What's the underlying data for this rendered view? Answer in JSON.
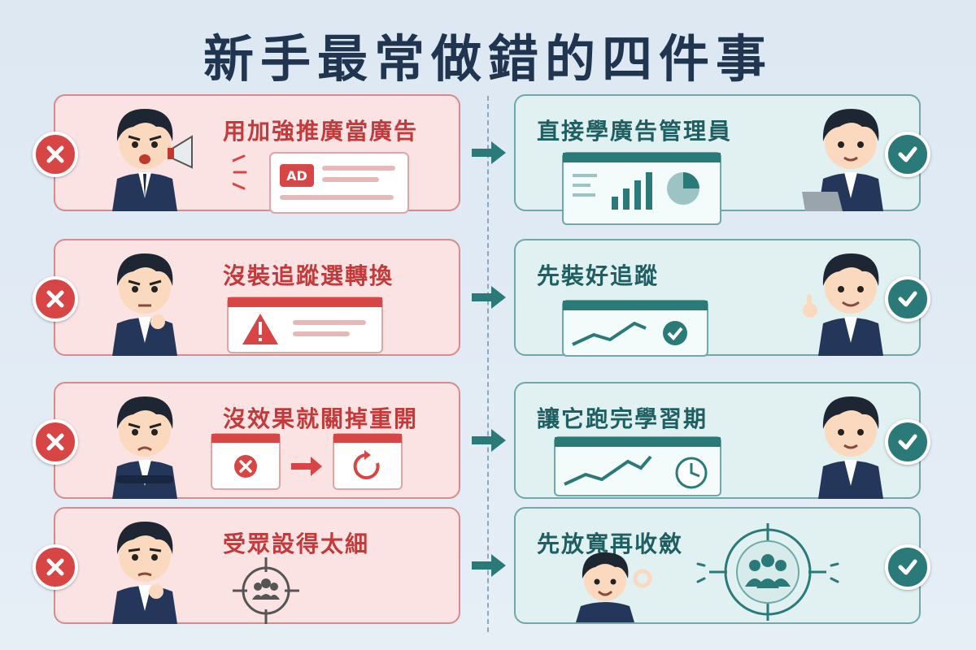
{
  "title": "新手最常做錯的四件事",
  "colors": {
    "wrong_accent": "#d84545",
    "right_accent": "#2b7a7a",
    "title": "#1f3550"
  },
  "rows": [
    {
      "wrong": {
        "label": "用加強推廣當廣告",
        "icon": "megaphone-icon",
        "badge": "AD"
      },
      "right": {
        "label": "直接學廣告管理員",
        "icon": "dashboard-chart-icon"
      }
    },
    {
      "wrong": {
        "label": "沒裝追蹤選轉換",
        "icon": "warning-icon"
      },
      "right": {
        "label": "先裝好追蹤",
        "icon": "trend-check-icon"
      }
    },
    {
      "wrong": {
        "label": "沒效果就關掉重開",
        "icon": "close-restart-icon"
      },
      "right": {
        "label": "讓它跑完學習期",
        "icon": "trend-clock-icon"
      }
    },
    {
      "wrong": {
        "label": "受眾設得太細",
        "icon": "narrow-target-icon"
      },
      "right": {
        "label": "先放寬再收斂",
        "icon": "wide-target-icon"
      }
    }
  ]
}
